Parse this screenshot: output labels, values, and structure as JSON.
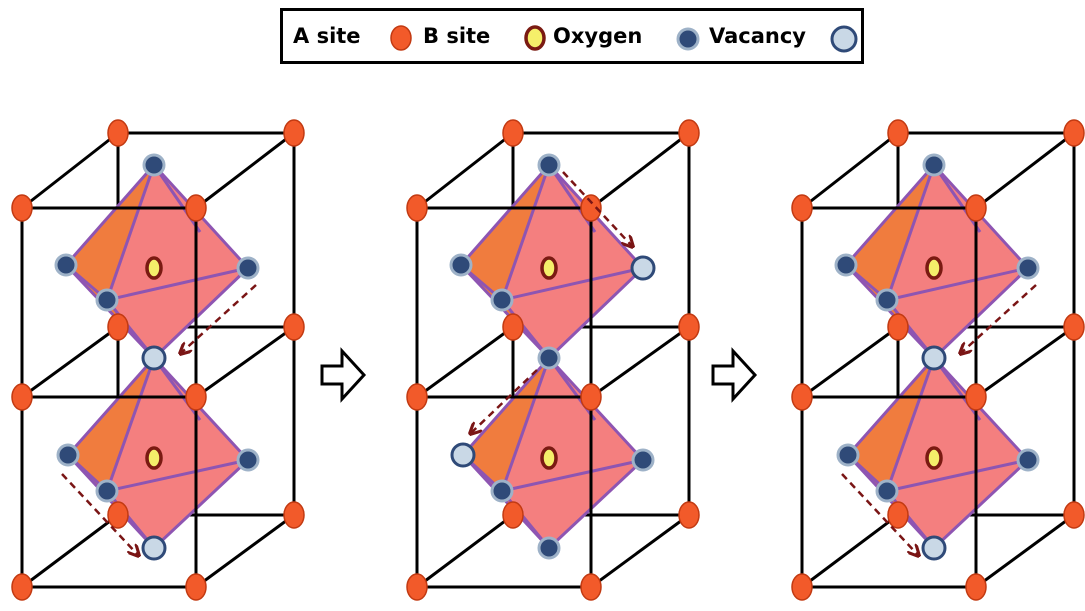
{
  "legend": {
    "items": [
      {
        "label": "A site",
        "symbol": "a-site-symbol",
        "fill": "#f25a2a",
        "stroke": "#c23a12"
      },
      {
        "label": "B site",
        "symbol": "b-site-symbol",
        "fill": "#f5ef6a",
        "stroke": "#7a1a12"
      },
      {
        "label": "Oxygen",
        "symbol": "oxygen-symbol",
        "fill": "#2f4a78",
        "stroke": "#9eb2c8"
      },
      {
        "label": "Vacancy",
        "symbol": "vacancy-symbol",
        "fill": "#c9d8e6",
        "stroke": "#2f4a78"
      }
    ]
  },
  "panels": [
    {
      "id": "panel-1",
      "vacancy": "lower-right",
      "arrows": [
        "right-to-bottom",
        "left-to-bottom"
      ]
    },
    {
      "id": "panel-2",
      "vacancy": "upper-right-and-lower-left",
      "arrows": [
        "top-to-right",
        "top-to-left"
      ]
    },
    {
      "id": "panel-3",
      "vacancy": "lower-right",
      "arrows": [
        "right-to-bottom",
        "left-to-bottom"
      ]
    }
  ],
  "transition_arrows": 2,
  "colors": {
    "a_site": "#f25a2a",
    "b_site": "#f5ef6a",
    "oxygen": "#2f4a78",
    "vacancy": "#c9d8e6",
    "octahedron_front": "#f47f7f",
    "octahedron_side": "#f07c3e",
    "octahedron_edge": "#8e55b2",
    "migration_arrow": "#7a1515",
    "cell_edge": "#000000"
  }
}
